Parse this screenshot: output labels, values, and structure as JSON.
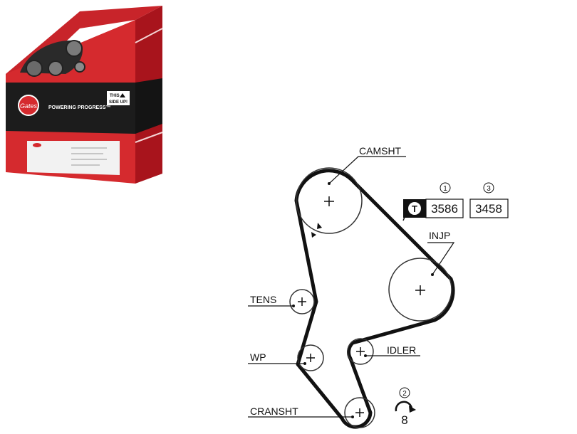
{
  "product_box": {
    "brand_logo_text": "Gates",
    "slogan": "POWERING PROGRESS™",
    "orientation_label_line1": "THIS",
    "orientation_label_line2": "SIDE UP!"
  },
  "diagram": {
    "pulleys": {
      "camshaft": "CAMSHT",
      "injection_pump": "INJP",
      "tensioner": "TENS",
      "water_pump": "WP",
      "idler": "IDLER",
      "crankshaft": "CRANSHT"
    },
    "belt_info": {
      "tension_icon_letter": "T",
      "marker_1": "1",
      "value_1": "3586",
      "marker_3": "3",
      "value_3": "3458",
      "marker_2": "2",
      "rotation_value": "8"
    }
  },
  "colors": {
    "box_red": "#d52a2e",
    "box_dark_red": "#a8141c",
    "box_black_band": "#1c1c1c",
    "belt": "#111111"
  }
}
